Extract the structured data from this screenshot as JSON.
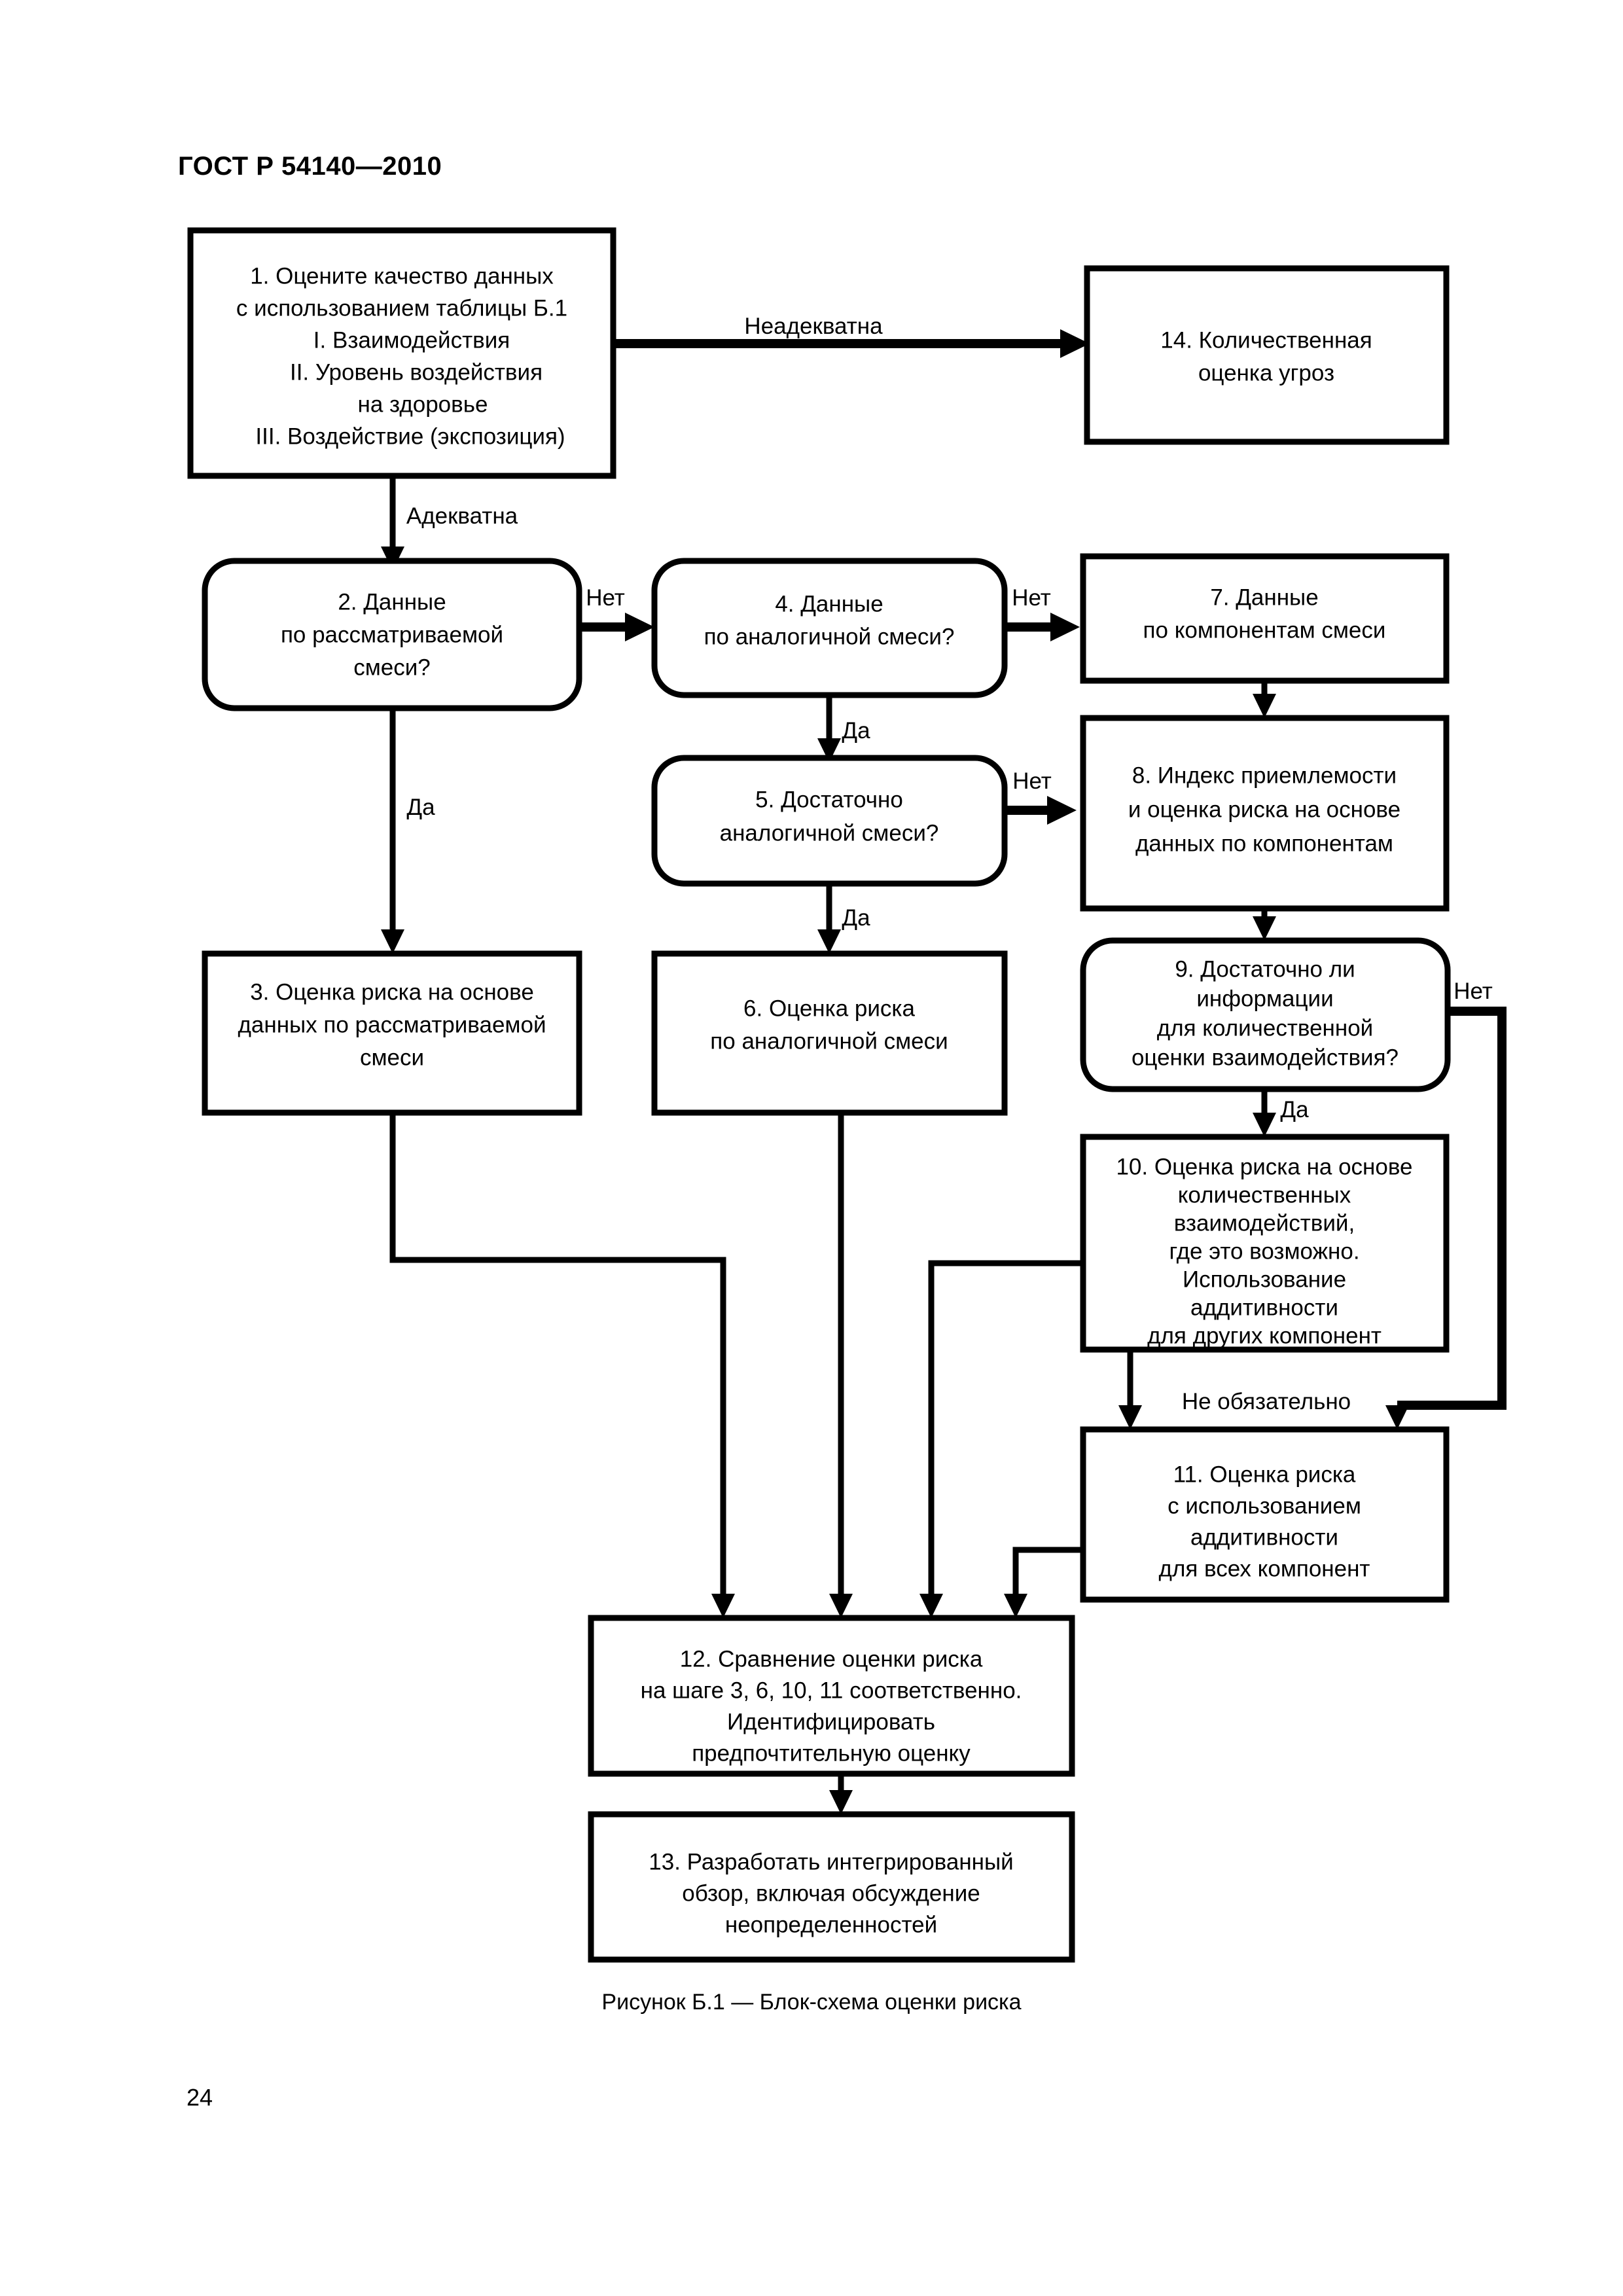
{
  "document": {
    "header": "ГОСТ Р 54140—2010",
    "page_number": "24",
    "figure_caption": "Рисунок Б.1 — Блок-схема оценки риска"
  },
  "diagram": {
    "type": "flowchart",
    "title": "Блок-схема оценки риска",
    "nodes": [
      {
        "id": "n1",
        "number": "1",
        "shape": "rectangle",
        "lines": [
          "1. Оцените качество данных",
          "с использованием таблицы Б.1",
          "I. Взаимодействия",
          "II. Уровень воздействия",
          "на здоровье",
          "III. Воздействие (экспозиция)"
        ]
      },
      {
        "id": "n2",
        "number": "2",
        "shape": "rounded",
        "lines": [
          "2. Данные",
          "по рассматриваемой",
          "смеси?"
        ]
      },
      {
        "id": "n3",
        "number": "3",
        "shape": "rectangle",
        "lines": [
          "3. Оценка риска на основе",
          "данных по рассматриваемой",
          "смеси"
        ]
      },
      {
        "id": "n4",
        "number": "4",
        "shape": "rounded",
        "lines": [
          "4. Данные",
          "по аналогичной смеси?"
        ]
      },
      {
        "id": "n5",
        "number": "5",
        "shape": "rounded",
        "lines": [
          "5. Достаточно",
          "аналогичной смеси?"
        ]
      },
      {
        "id": "n6",
        "number": "6",
        "shape": "rectangle",
        "lines": [
          "6. Оценка риска",
          "по аналогичной смеси"
        ]
      },
      {
        "id": "n7",
        "number": "7",
        "shape": "rectangle",
        "lines": [
          "7. Данные",
          "по компонентам смеси"
        ]
      },
      {
        "id": "n8",
        "number": "8",
        "shape": "rectangle",
        "lines": [
          "8. Индекс приемлемости",
          "и оценка риска на основе",
          "данных по компонентам"
        ]
      },
      {
        "id": "n9",
        "number": "9",
        "shape": "rounded",
        "lines": [
          "9. Достаточно ли",
          "информации",
          "для количественной",
          "оценки взаимодействия?"
        ]
      },
      {
        "id": "n10",
        "number": "10",
        "shape": "rectangle",
        "lines": [
          "10. Оценка риска на основе",
          "количественных",
          "взаимодействий,",
          "где это возможно.",
          "Использование",
          "аддитивности",
          "для других компонент"
        ]
      },
      {
        "id": "n11",
        "number": "11",
        "shape": "rectangle",
        "lines": [
          "11. Оценка риска",
          "с использованием",
          "аддитивности",
          "для всех компонент"
        ]
      },
      {
        "id": "n12",
        "number": "12",
        "shape": "rectangle",
        "lines": [
          "12. Сравнение оценки риска",
          "на шаге 3, 6, 10, 11 соответственно.",
          "Идентифицировать",
          "предпочтительную оценку"
        ]
      },
      {
        "id": "n13",
        "number": "13",
        "shape": "rectangle",
        "lines": [
          "13. Разработать интегрированный",
          "обзор, включая обсуждение",
          "неопределенностей"
        ]
      },
      {
        "id": "n14",
        "number": "14",
        "shape": "rectangle",
        "lines": [
          "14. Количественная",
          "оценка угроз"
        ]
      }
    ],
    "edges": [
      {
        "from": "n1",
        "to": "n14",
        "label": "Неадекватна"
      },
      {
        "from": "n1",
        "to": "n2",
        "label": "Адекватна"
      },
      {
        "from": "n2",
        "to": "n4",
        "label": "Нет"
      },
      {
        "from": "n2",
        "to": "n3",
        "label": "Да"
      },
      {
        "from": "n4",
        "to": "n7",
        "label": "Нет"
      },
      {
        "from": "n4",
        "to": "n5",
        "label": "Да"
      },
      {
        "from": "n5",
        "to": "n8",
        "label": "Нет"
      },
      {
        "from": "n5",
        "to": "n6",
        "label": "Да"
      },
      {
        "from": "n7",
        "to": "n8",
        "label": ""
      },
      {
        "from": "n8",
        "to": "n9",
        "label": ""
      },
      {
        "from": "n9",
        "to": "n10",
        "label": "Да"
      },
      {
        "from": "n9",
        "to": "n11",
        "label": "Нет"
      },
      {
        "from": "n10",
        "to": "n11",
        "label": "Не обязательно"
      },
      {
        "from": "n3",
        "to": "n12",
        "label": ""
      },
      {
        "from": "n6",
        "to": "n12",
        "label": ""
      },
      {
        "from": "n10",
        "to": "n12",
        "label": ""
      },
      {
        "from": "n11",
        "to": "n12",
        "label": ""
      },
      {
        "from": "n12",
        "to": "n13",
        "label": ""
      }
    ],
    "edge_labels": {
      "neadekvatna": "Неадекватна",
      "adekvatna": "Адекватна",
      "net_2_4": "Нет",
      "da_2_3": "Да",
      "net_4_7": "Нет",
      "da_4_5": "Да",
      "net_5_8": "Нет",
      "da_5_6": "Да",
      "da_9_10": "Да",
      "net_9_11": "Нет",
      "ne_obyazatelno": "Не обязательно"
    }
  }
}
